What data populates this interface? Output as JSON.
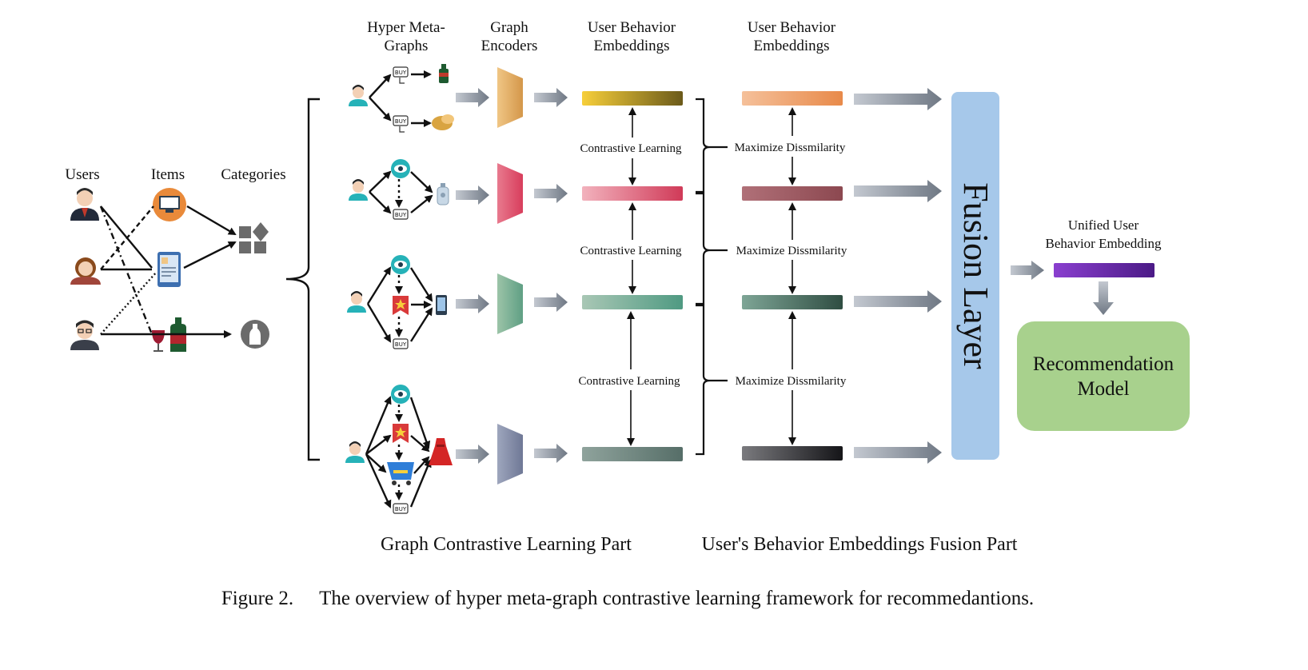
{
  "left_panel": {
    "users_label": "Users",
    "items_label": "Items",
    "categories_label": "Categories"
  },
  "headers": {
    "hyper_meta_graphs_1": "Hyper Meta-",
    "hyper_meta_graphs_2": "Graphs",
    "graph_encoders_1": "Graph",
    "graph_encoders_2": "Encoders",
    "behavior_embeddings_a_1": "User Behavior",
    "behavior_embeddings_a_2": "Embeddings",
    "behavior_embeddings_b_1": "User Behavior",
    "behavior_embeddings_b_2": "Embeddings"
  },
  "labels": {
    "contrastive_1": "Contrastive Learning",
    "contrastive_2": "Contrastive Learning",
    "contrastive_3": "Contrastive Learning",
    "dissimilarity_1": "Maximize Dissmilarity",
    "dissimilarity_2": "Maximize Dissmilarity",
    "dissimilarity_3": "Maximize Dissmilarity"
  },
  "fusion": {
    "label": "Fusion Layer"
  },
  "output": {
    "unified_label_1": "Unified User",
    "unified_label_2": "Behavior Embedding",
    "model_label_1": "Recommendation",
    "model_label_2": "Model"
  },
  "parts": {
    "left": "Graph Contrastive Learning Part",
    "right": "User's Behavior Embeddings Fusion Part"
  },
  "caption": {
    "number": "Figure 2.",
    "text": "The overview of hyper meta-graph contrastive learning framework for recommedantions."
  },
  "icons": {
    "users": [
      "businessman-icon",
      "woman-icon",
      "man-glasses-icon"
    ],
    "items": [
      "monitor-icon",
      "tablet-icon",
      "wine-icon"
    ],
    "categories": [
      "grid-icon",
      "bottle-icon"
    ],
    "behaviors": [
      "view-eye-icon",
      "favorite-star-icon",
      "shopping-cart-icon",
      "buy-icon"
    ]
  },
  "colors": {
    "fusion_layer": "#a6c8ea",
    "recommendation_model": "#a8d18d",
    "unified_embedding": "#8a3fcf"
  }
}
